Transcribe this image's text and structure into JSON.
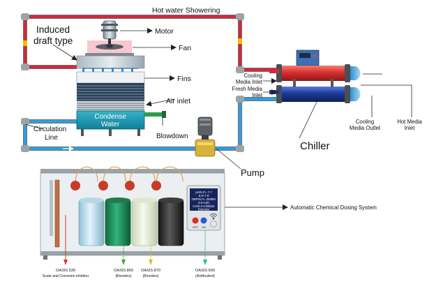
{
  "labels": {
    "hot_water": "Hot water Showering",
    "induced_line1": "Induced",
    "induced_line2": "draft type",
    "motor": "Motor",
    "fan": "Fan",
    "fins": "Fins",
    "air_inlet": "Air inlet",
    "condense_line1": "Condense",
    "condense_line2": "Water",
    "blowdown": "Blowdown",
    "circulation_line1": "Circulation",
    "circulation_line2": "Line",
    "pump": "Pump",
    "cooling_media_inlet_line1": "Cooling",
    "cooling_media_inlet_line2": "Media Inlet",
    "fresh_media_inlet_line1": "Fresh Media",
    "fresh_media_inlet_line2": "Inlet",
    "cooling_media_outlet_line1": "Cooling",
    "cooling_media_outlet_line2": "Media Outlet",
    "hot_media_inlet_line1": "Hot Media",
    "hot_media_inlet_line2": "Inlet",
    "chiller": "Chiller",
    "dosing_system": "Automatic Chemical Dosing System"
  },
  "display": {
    "line1": "pH/S.P= 7.7",
    "line2": "8.0+7.9",
    "line3": "ORP/S.P= 200MV",
    "line4": "8.5+100",
    "line5": "0.0/0.4+Inhibitor",
    "line6": "Biocides"
  },
  "panel_buttons": {
    "off": "OFF",
    "on": "ON"
  },
  "products": [
    {
      "name": "OASIS 530",
      "desc": "Scale and Corrosion inhibitor",
      "color": "#d33a2c"
    },
    {
      "name": "OASIS 860",
      "desc": "(Biocides)",
      "color": "#3fae2a"
    },
    {
      "name": "OASIS 870",
      "desc": "(Biocides)",
      "color": "#d9c21a"
    },
    {
      "name": "OASIS 600",
      "desc": "(Antifoulent)",
      "color": "#2ab58a"
    }
  ],
  "colors": {
    "hot_pipe": "#d4283b",
    "cool_pipe": "#2e9ee0",
    "tank_blue": "#b9dcec",
    "tank_green": "#1c8a55",
    "tank_white": "#e4ecd2",
    "tank_black": "#2b2b2b",
    "chiller_red": "#d8302e",
    "chiller_blue": "#1c3a9a"
  },
  "icons": [
    "motor-icon",
    "fan-icon",
    "pump-icon",
    "wifi-icon",
    "chiller-control-box-icon"
  ]
}
